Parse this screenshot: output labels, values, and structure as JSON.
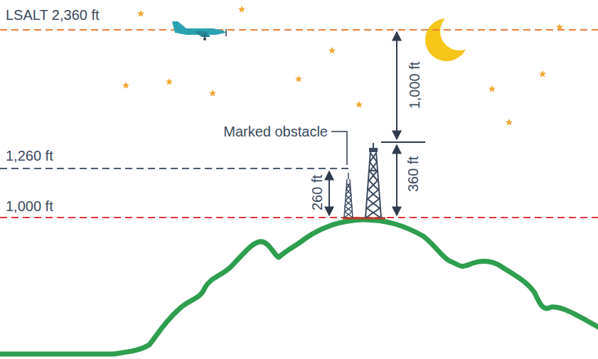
{
  "diagram": {
    "labels": [
      "LSALT 2,360 ft",
      "1,000 ft",
      "Marked obstacle",
      "1,260 ft",
      "260 ft",
      "360 ft",
      "1,000 ft"
    ]
  }
}
